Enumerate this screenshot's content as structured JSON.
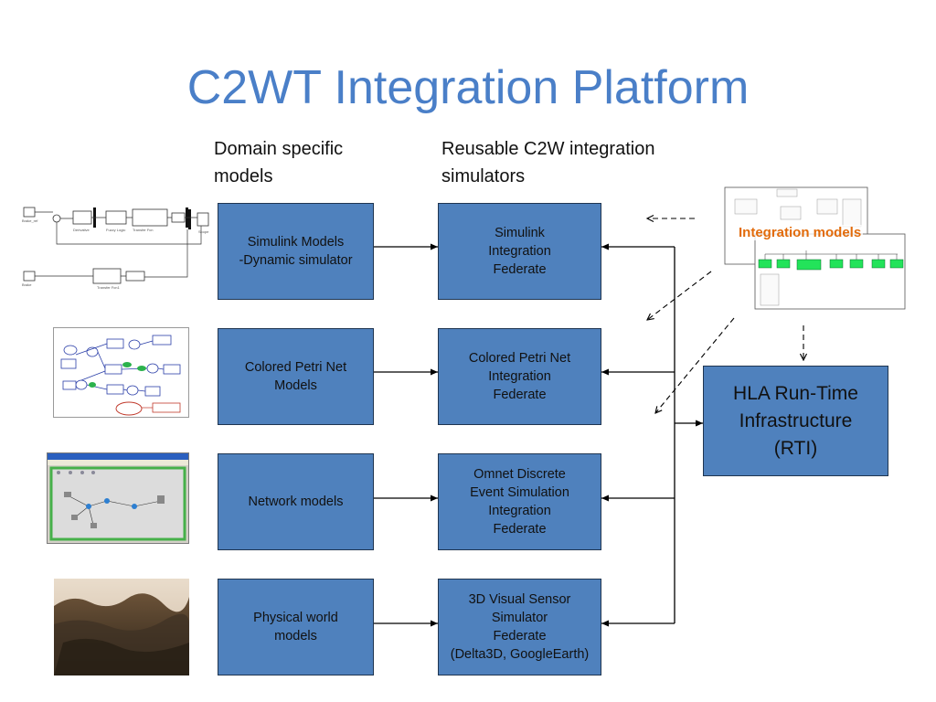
{
  "title": "C2WT Integration Platform",
  "headers": {
    "domain": "Domain specific\nmodels",
    "reusable": "Reusable C2W integration\nsimulators"
  },
  "domain_models": [
    "Simulink Models\n-Dynamic simulator",
    "Colored Petri Net\nModels",
    "Network models",
    "Physical world\nmodels"
  ],
  "federates": [
    "Simulink\nIntegration\nFederate",
    "Colored Petri Net\nIntegration\nFederate",
    "Omnet Discrete\nEvent Simulation\nIntegration\nFederate",
    "3D Visual Sensor\nSimulator\nFederate\n(Delta3D, GoogleEarth)"
  ],
  "rti": "HLA Run-Time\nInfrastructure\n(RTI)",
  "integration_label": "Integration models",
  "colors": {
    "title": "#4a7fc8",
    "box_fill": "#4f81bd",
    "box_border": "#1f3550",
    "integration_label": "#e26b0a"
  }
}
